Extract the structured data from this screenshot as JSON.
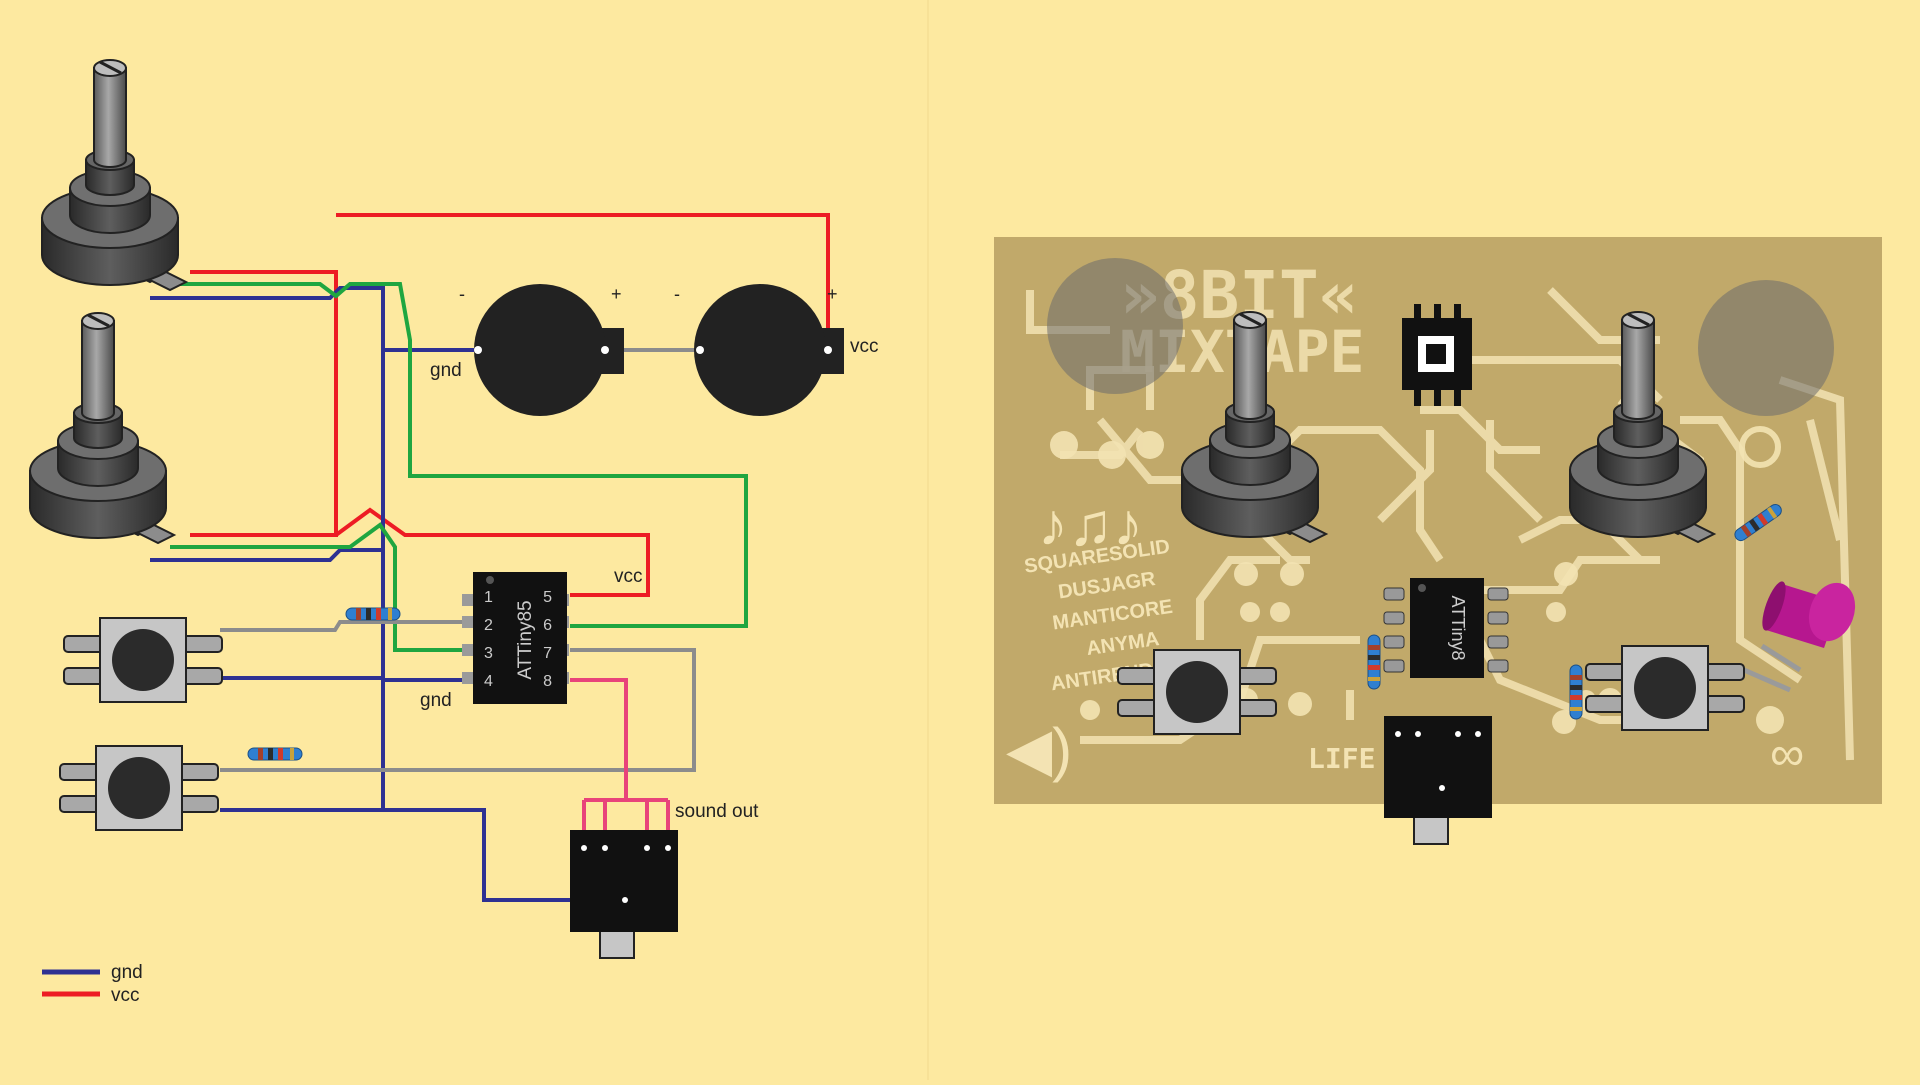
{
  "schematic": {
    "labels": {
      "gnd_battery": "gnd",
      "vcc_battery": "vcc",
      "vcc_chip": "vcc",
      "gnd_chip": "gnd",
      "sound_out": "sound out",
      "batt1_minus": "-",
      "batt1_plus": "+",
      "batt2_minus": "-",
      "batt2_plus": "+"
    },
    "chip": {
      "name": "ATTiny85",
      "pins_left": [
        "1",
        "2",
        "3",
        "4"
      ],
      "pins_right": [
        "5",
        "6",
        "7",
        "8"
      ]
    },
    "legend": [
      {
        "label": "gnd",
        "color": "#2e3192"
      },
      {
        "label": "vcc",
        "color": "#ed1c24"
      }
    ],
    "wire_colors": {
      "gnd": "#2e3192",
      "vcc": "#ed1c24",
      "signal": "#1fa640",
      "audio": "#e8437a",
      "other": "#8c8c8c"
    }
  },
  "board": {
    "chip_name": "ATTiny8",
    "credits": [
      "SQUARESOLID",
      "DUSJAGR",
      "MANTICORE",
      "ANYMA",
      "ANTIRENDER"
    ],
    "board_title_1": "»8BIT«",
    "board_title_2": "MIXTAPE",
    "site_text": "LIFE .ORG",
    "pcb_color": "#c1a96a",
    "silk_color": "#f3e3b3"
  }
}
